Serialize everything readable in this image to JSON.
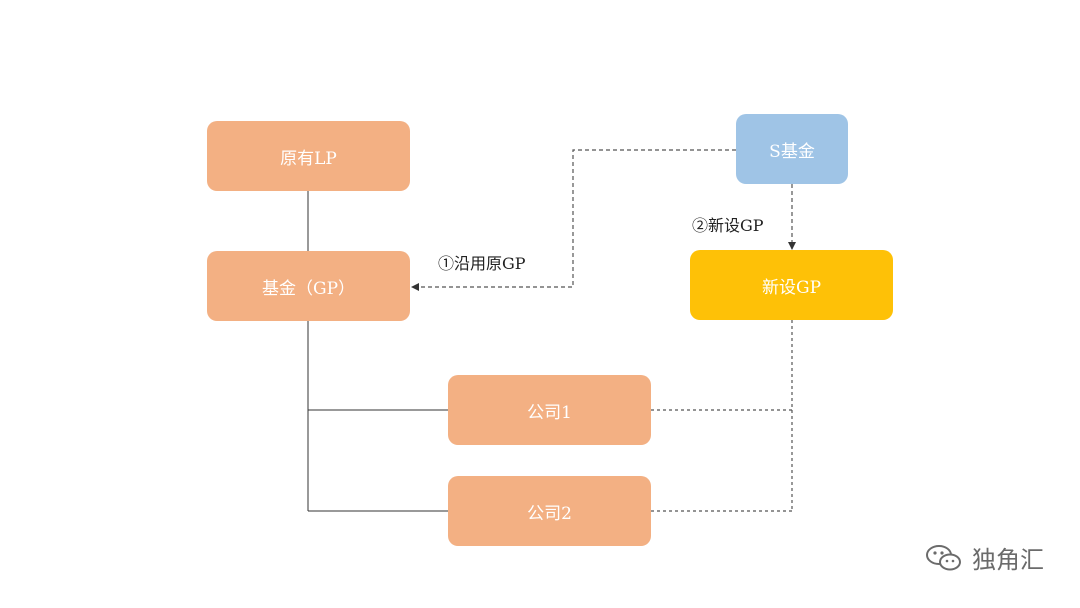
{
  "nodes": {
    "original_lp": "原有LP",
    "fund_gp": "基金（GP）",
    "s_fund": "S基金",
    "new_gp": "新设GP",
    "company_1": "公司1",
    "company_2": "公司2"
  },
  "edges": {
    "label_1": "①沿用原GP",
    "label_2": "②新设GP"
  },
  "watermark": {
    "text": "独角汇",
    "icon": "wechat-icon"
  },
  "colors": {
    "orange": "#f3b083",
    "blue": "#9fc4e6",
    "gold": "#fec107",
    "line": "#333333",
    "dashed": "#555555"
  }
}
